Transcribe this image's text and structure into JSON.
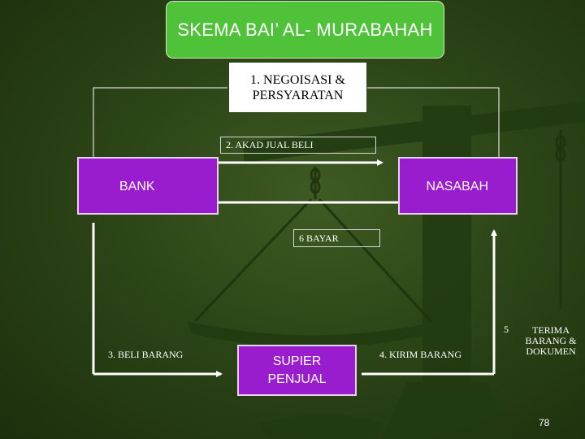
{
  "title": "SKEMA BAI’ AL- MURABAHAH",
  "steps": {
    "negotiation_line1": "1.  NEGOISASI &",
    "negotiation_line2": "PERSYARATAN",
    "akad": "2.  AKAD JUAL BELI",
    "beli": "3.  BELI BARANG",
    "kirim": "4.  KIRIM BARANG",
    "terima_number": "5",
    "terima_text": "TERIMA BARANG & DOKUMEN",
    "bayar": "6  BAYAR"
  },
  "nodes": {
    "bank": "BANK",
    "nasabah": "NASABAH",
    "supplier_line1": "SUPIER",
    "supplier_line2": "PENJUAL"
  },
  "page_number": "78",
  "colors": {
    "background": "#2c4517",
    "title_fill": "#4fc23a",
    "node_fill": "#9a1ccf",
    "connector": "#ffffff"
  }
}
